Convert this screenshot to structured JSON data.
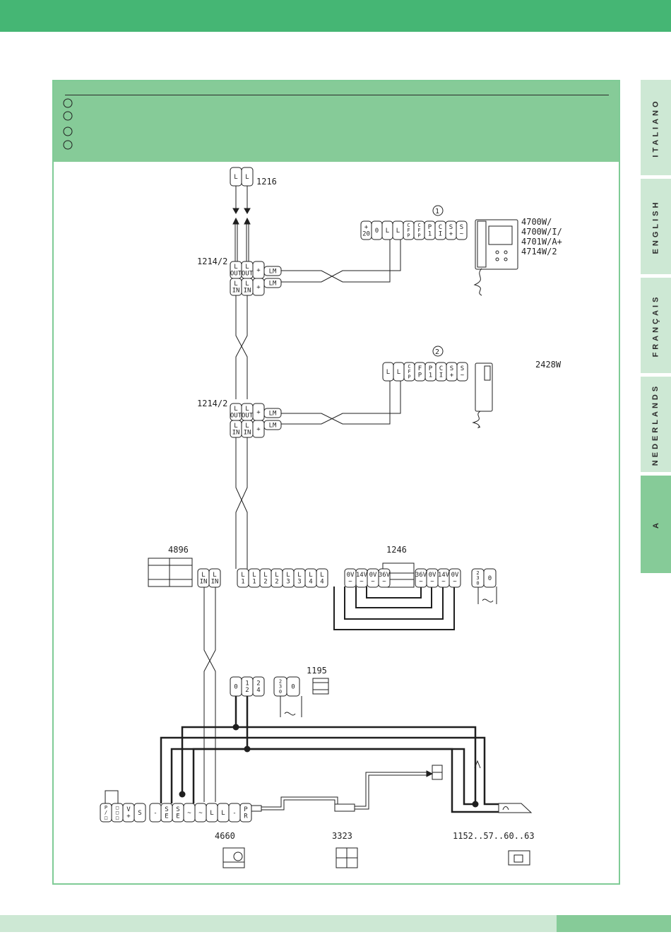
{
  "language_tabs": [
    "ITALIANO",
    "ENGLISH",
    "FRANÇAIS",
    "NEDERLANDS",
    "A"
  ],
  "active_tab": "A",
  "colors": {
    "brand_green": "#45b674",
    "panel_green": "#86cb98",
    "tab_pale": "#cde8d4",
    "line": "#1f1f1f"
  },
  "marker_circles": [
    "1",
    "2"
  ],
  "components": {
    "c1216": "1216",
    "c1214_a": "1214/2",
    "c1214_b": "1214/2",
    "monitor_models": [
      "4700W/",
      "4700W/I/",
      "4701W/A+",
      "4714W/2"
    ],
    "handset_model": "2428W",
    "c4896": "4896",
    "c1246": "1246",
    "c1195": "1195",
    "c4660": "4660",
    "c3323": "3323",
    "lock_models": "1152..57..60..63"
  },
  "terminals": {
    "c1216": [
      "L",
      "L"
    ],
    "lm": "LM",
    "monitor": [
      "+\n20",
      "0",
      "L",
      "L",
      "C\nF\nP",
      "C\nF\nP",
      "P\n1",
      "C\nI",
      "S\n+",
      "S\n~"
    ],
    "handset": [
      "L",
      "L",
      "C\nF\nP",
      "F\nP",
      "P\n1",
      "C\nI",
      "S\n+",
      "S\n~"
    ],
    "c4896": [
      "L\nIN",
      "L\nIN",
      "L\n1",
      "L\n1",
      "L\n2",
      "L\n2",
      "L\n3",
      "L\n3",
      "L\n4",
      "L\n4",
      "0V\n~",
      "14V\n~",
      "0V\n~",
      "36V\n~"
    ],
    "c1246": [
      "36V\n~",
      "0V\n~",
      "14V\n~",
      "0V\n~",
      "2\n3\n0",
      "0"
    ],
    "c1195": [
      "0",
      "1\n2",
      "2\n4",
      "2\n3\n0",
      "0"
    ],
    "c4660": [
      "P\n/\n□",
      "□\n□\n□",
      "V\n+",
      "S",
      "-",
      "S\nE",
      "S\nE",
      "~",
      "~",
      "L",
      "L",
      "-",
      "P\nR"
    ]
  }
}
